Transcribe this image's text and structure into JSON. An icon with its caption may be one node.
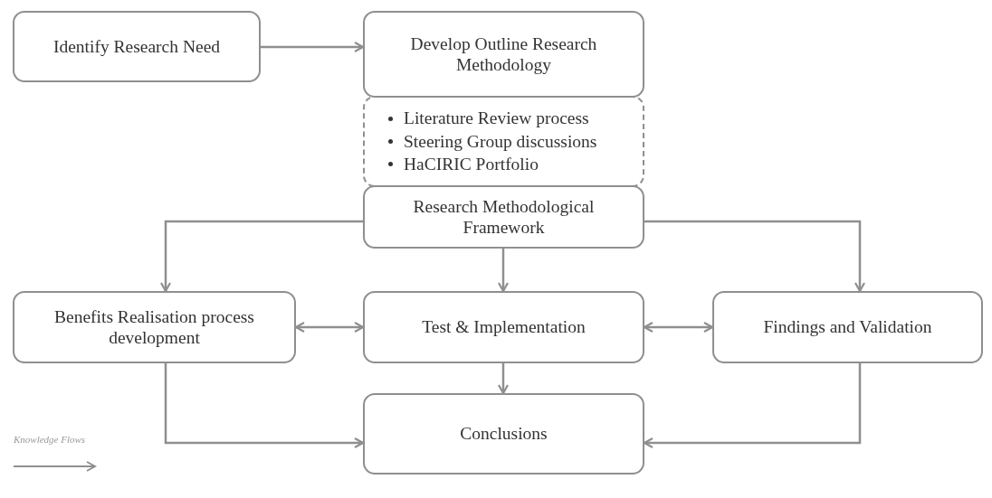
{
  "diagram": {
    "nodes": [
      {
        "text": [
          "Identify Research Need"
        ]
      },
      {
        "text": [
          "Develop Outline Research Methodology"
        ]
      },
      {
        "text": [
          "Literature Review process",
          "Steering Group discussions",
          "HaCIRIC Portfolio"
        ]
      },
      {
        "text": [
          "Research Methodological Framework"
        ]
      },
      {
        "text": [
          "Benefits Realisation process development"
        ]
      },
      {
        "text": [
          "Test & Implementation"
        ]
      },
      {
        "text": [
          "Findings and Validation"
        ]
      },
      {
        "text": [
          "Conclusions"
        ]
      }
    ],
    "edges": [
      {
        "from": 0,
        "to": 1,
        "arrow": "to"
      },
      {
        "from": 3,
        "to": 4,
        "arrow": "to"
      },
      {
        "from": 3,
        "to": 5,
        "arrow": "to"
      },
      {
        "from": 3,
        "to": 6,
        "arrow": "to"
      },
      {
        "from": 4,
        "to": 5,
        "arrow": "both"
      },
      {
        "from": 5,
        "to": 6,
        "arrow": "both"
      },
      {
        "from": 5,
        "to": 7,
        "arrow": "to"
      },
      {
        "from": 4,
        "to": 7,
        "arrow": "to"
      },
      {
        "from": 6,
        "to": 7,
        "arrow": "to"
      }
    ],
    "legend": [
      {
        "text": "Knowledge Flows"
      }
    ]
  }
}
